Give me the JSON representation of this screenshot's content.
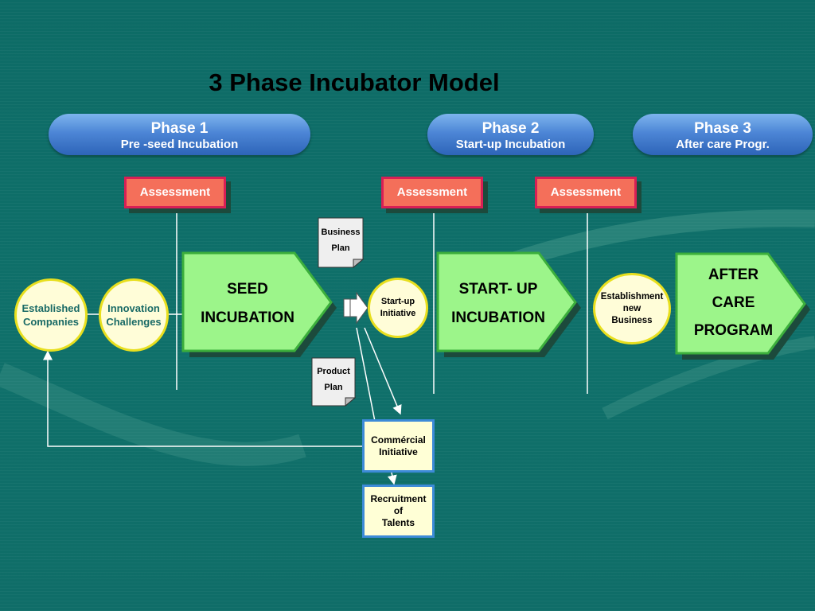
{
  "title": "3  Phase Incubator Model",
  "phases": [
    {
      "name": "Phase 1",
      "subtitle": "Pre -seed Incubation"
    },
    {
      "name": "Phase 2",
      "subtitle": "Start-up Incubation"
    },
    {
      "name": "Phase 3",
      "subtitle": "After care Progr."
    }
  ],
  "assessment_label": "Assessment",
  "circles": {
    "established": [
      "Established",
      "Companies"
    ],
    "innovation": [
      "Innovation",
      "Challenges"
    ],
    "startup": [
      "Start-up",
      "Initiative"
    ],
    "establishment": [
      "Establishment",
      "new",
      "Business"
    ]
  },
  "arrows": {
    "seed": [
      "SEED",
      "INCUBATION"
    ],
    "startup": [
      "START- UP",
      "INCUBATION"
    ],
    "aftercare": [
      "AFTER",
      "CARE",
      "PROGRAM"
    ]
  },
  "docs": {
    "business_plan": [
      "Business",
      "Plan"
    ],
    "product_plan": [
      "Product",
      "Plan"
    ]
  },
  "boxes": {
    "commercial": [
      "Commércial",
      "Initiative"
    ],
    "recruitment": [
      "Recruitment",
      "of",
      "Talents"
    ]
  },
  "colors": {
    "background": "#0f6b66",
    "phase_blue": "#4d86d6",
    "assessment": "#f46f5a",
    "arrow_green": "#9cf58a",
    "circle_fill": "#fffdd8",
    "circle_border": "#e8df1e"
  }
}
